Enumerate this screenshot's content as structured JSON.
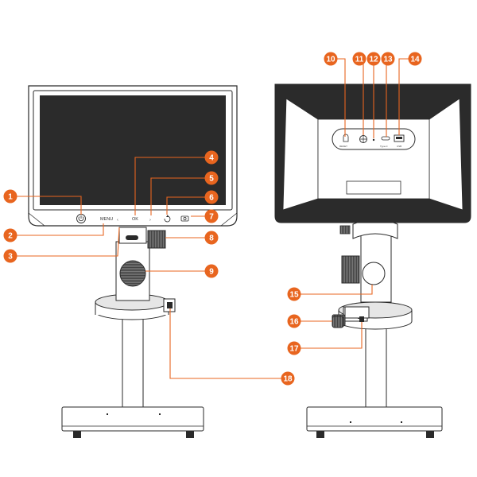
{
  "colors": {
    "accent": "#E8651F",
    "outline": "#2a2a2a",
    "screen": "#2b2b2b",
    "body": "#ffffff"
  },
  "front": {
    "buttons": {
      "menu": "MENU",
      "ok": "OK",
      "prev": "‹",
      "next": "›"
    }
  },
  "back": {
    "ports": {
      "reset": "RESET",
      "typec": "Type-C",
      "usb": "USB"
    }
  },
  "callouts": [
    {
      "id": "c1",
      "label": "1"
    },
    {
      "id": "c2",
      "label": "2"
    },
    {
      "id": "c3",
      "label": "3"
    },
    {
      "id": "c4",
      "label": "4"
    },
    {
      "id": "c5",
      "label": "5"
    },
    {
      "id": "c6",
      "label": "6"
    },
    {
      "id": "c7",
      "label": "7"
    },
    {
      "id": "c8",
      "label": "8"
    },
    {
      "id": "c9",
      "label": "9"
    },
    {
      "id": "c10",
      "label": "10"
    },
    {
      "id": "c11",
      "label": "11"
    },
    {
      "id": "c12",
      "label": "12"
    },
    {
      "id": "c13",
      "label": "13"
    },
    {
      "id": "c14",
      "label": "14"
    },
    {
      "id": "c15",
      "label": "15"
    },
    {
      "id": "c16",
      "label": "16"
    },
    {
      "id": "c17",
      "label": "17"
    },
    {
      "id": "c18",
      "label": "18"
    }
  ]
}
